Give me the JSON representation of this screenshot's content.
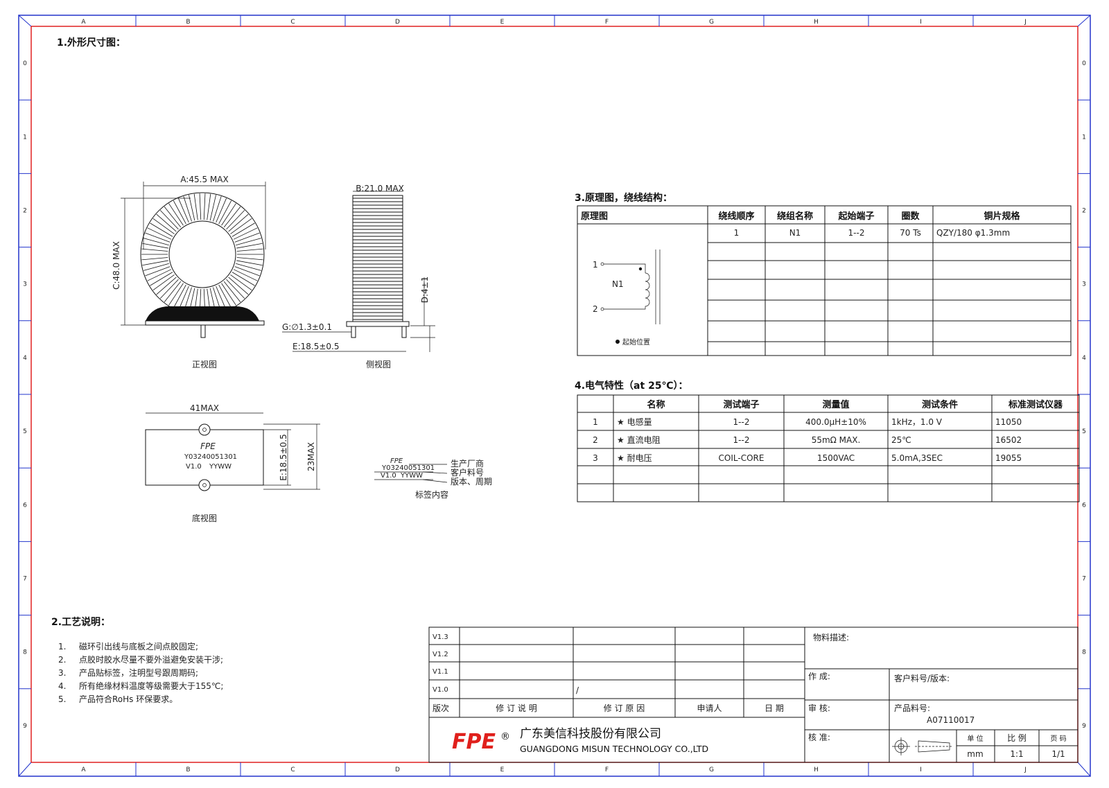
{
  "sections": {
    "outline_title": "1.外形尺寸图：",
    "process_title": "2.工艺说明：",
    "schematic_title": "3.原理图，绕线结构：",
    "electrical_title": "4.电气特性（at 25℃）："
  },
  "zones": {
    "columns": [
      "A",
      "B",
      "C",
      "D",
      "E",
      "F",
      "G",
      "H",
      "I",
      "J"
    ],
    "rows": [
      "0",
      "1",
      "2",
      "3",
      "4",
      "5",
      "6",
      "7",
      "8",
      "9"
    ]
  },
  "drawing": {
    "dim_a": "A:45.5 MAX",
    "dim_c": "C:48.0 MAX",
    "dim_b": "B:21.0 MAX",
    "dim_d": "D:4±1",
    "dim_g": "G:∅1.3±0.1",
    "dim_e": "E:18.5±0.5",
    "front_caption": "正视图",
    "side_caption": "侧视图",
    "dim_41": "41MAX",
    "dim_e_bottom": "E:18.5±0.5",
    "dim_23": "23MAX",
    "bottom_caption": "底视图",
    "label_brand": "FPE",
    "label_part": "Y03240051301",
    "label_ver": "V1.0",
    "label_date": "YYWW",
    "legend_1": "生产厂商",
    "legend_2": "客户料号",
    "legend_3": "版本、周期",
    "legend_caption": "标签内容"
  },
  "process_notes": [
    {
      "num": "1.",
      "text": "磁环引出线与底板之间点胶固定;"
    },
    {
      "num": "2.",
      "text": "点胶时胶水尽量不要外溢避免安装干涉;"
    },
    {
      "num": "3.",
      "text": "产品贴标签，注明型号跟周期码;"
    },
    {
      "num": "4.",
      "text": "所有绝缘材料温度等级需要大于155℃;"
    },
    {
      "num": "5.",
      "text": "产品符合RoHs 环保要求。"
    }
  ],
  "winding_table": {
    "headers": [
      "原理图",
      "绕线顺序",
      "绕组名称",
      "起始端子",
      "圈数",
      "铜片规格"
    ],
    "rows": [
      [
        "1",
        "N1",
        "1--2",
        "70 Ts",
        "QZY/180  φ1.3mm"
      ],
      [
        "",
        "",
        "",
        "",
        ""
      ],
      [
        "",
        "",
        "",
        "",
        ""
      ],
      [
        "",
        "",
        "",
        "",
        ""
      ],
      [
        "",
        "",
        "",
        "",
        ""
      ],
      [
        "",
        "",
        "",
        "",
        ""
      ],
      [
        "",
        "",
        "",
        "",
        ""
      ]
    ],
    "schematic": {
      "pin1": "1",
      "pin2": "2",
      "winding": "N1",
      "start_note": "起始位置"
    }
  },
  "electrical_table": {
    "headers": [
      "",
      "名称",
      "测试端子",
      "测量值",
      "测试条件",
      "标准测试仪器"
    ],
    "rows": [
      [
        "1",
        "★ 电感量",
        "1--2",
        "400.0μH±10%",
        "1kHz，1.0 V",
        "11050"
      ],
      [
        "2",
        "★ 直流电阻",
        "1--2",
        "55mΩ MAX.",
        "25℃",
        "16502"
      ],
      [
        "3",
        "★ 耐电压",
        "COIL-CORE",
        "1500VAC",
        "5.0mA,3SEC",
        "19055"
      ],
      [
        "",
        "",
        "",
        "",
        "",
        ""
      ],
      [
        "",
        "",
        "",
        "",
        "",
        ""
      ]
    ]
  },
  "title_block": {
    "revisions": [
      "V1.3",
      "V1.2",
      "V1.1",
      "V1.0"
    ],
    "v10_reason": "/",
    "rev_headers": [
      "版次",
      "修 订 说 明",
      "修 订 原 因",
      "申请人",
      "日 期"
    ],
    "company_logo": "FPE",
    "company_cn": "广东美信科技股份有限公司",
    "company_en": "GUANGDONG MISUN TECHNOLOGY CO.,LTD",
    "material_desc_label": "物料描述:",
    "author_label": "作 成:",
    "customer_label": "客户料号/版本:",
    "review_label": "审 核:",
    "part_label": "产品料号:",
    "part_number": "A07110017",
    "approve_label": "核 准:",
    "unit_label": "单 位",
    "unit_value": "mm",
    "scale_label": "比 例",
    "scale_value": "1:1",
    "page_label": "页 码",
    "page_value": "1/1"
  },
  "colors": {
    "frame_blue": "#2233cc",
    "frame_red": "#e02020",
    "logo_red": "#e0201c"
  }
}
